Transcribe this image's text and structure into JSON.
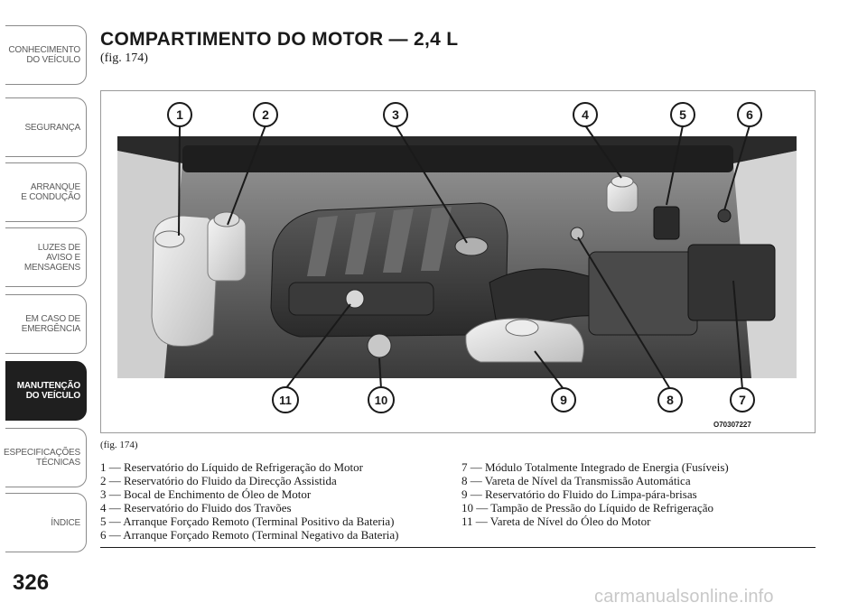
{
  "sidebar": {
    "tabs": [
      {
        "label": "CONHECIMENTO\nDO VEÍCULO",
        "active": false
      },
      {
        "label": "SEGURANÇA",
        "active": false
      },
      {
        "label": "ARRANQUE\nE CONDUÇÃO",
        "active": false
      },
      {
        "label": "LUZES DE\nAVISO E\nMENSAGENS",
        "active": false
      },
      {
        "label": "EM CASO DE\nEMERGÊNCIA",
        "active": false
      },
      {
        "label": "MANUTENÇÃO\nDO VEÍCULO",
        "active": true
      },
      {
        "label": "ESPECIFICAÇÕES\nTÉCNICAS",
        "active": false
      },
      {
        "label": "ÍNDICE",
        "active": false
      }
    ]
  },
  "page": {
    "title": "COMPARTIMENTO DO MOTOR — 2,4 L",
    "subtitle": "(fig. 174)",
    "page_number": "326",
    "figure_caption": "(fig. 174)",
    "figure_code": "O70307227",
    "watermark": "carmanualsonline.info"
  },
  "figure": {
    "callouts": [
      "1",
      "2",
      "3",
      "4",
      "5",
      "6",
      "7",
      "8",
      "9",
      "10",
      "11"
    ]
  },
  "legend": {
    "left": [
      "1 — Reservatório do Líquido de Refrigeração do Motor",
      "2 — Reservatório do Fluido da Direcção Assistida",
      "3 — Bocal de Enchimento de Óleo de Motor",
      "4 — Reservatório do Fluido dos Travões",
      "5 — Arranque Forçado Remoto (Terminal Positivo da Bateria)",
      "6 — Arranque Forçado Remoto (Terminal Negativo da Bateria)"
    ],
    "right": [
      "7 — Módulo Totalmente Integrado de Energia (Fusíveis)",
      "8 — Vareta de Nível da Transmissão Automática",
      "9 — Reservatório do Fluido do Limpa-pára-brisas",
      "10 — Tampão de Pressão do Líquido de Refrigeração",
      "11 — Vareta de Nível do Óleo do Motor"
    ]
  }
}
